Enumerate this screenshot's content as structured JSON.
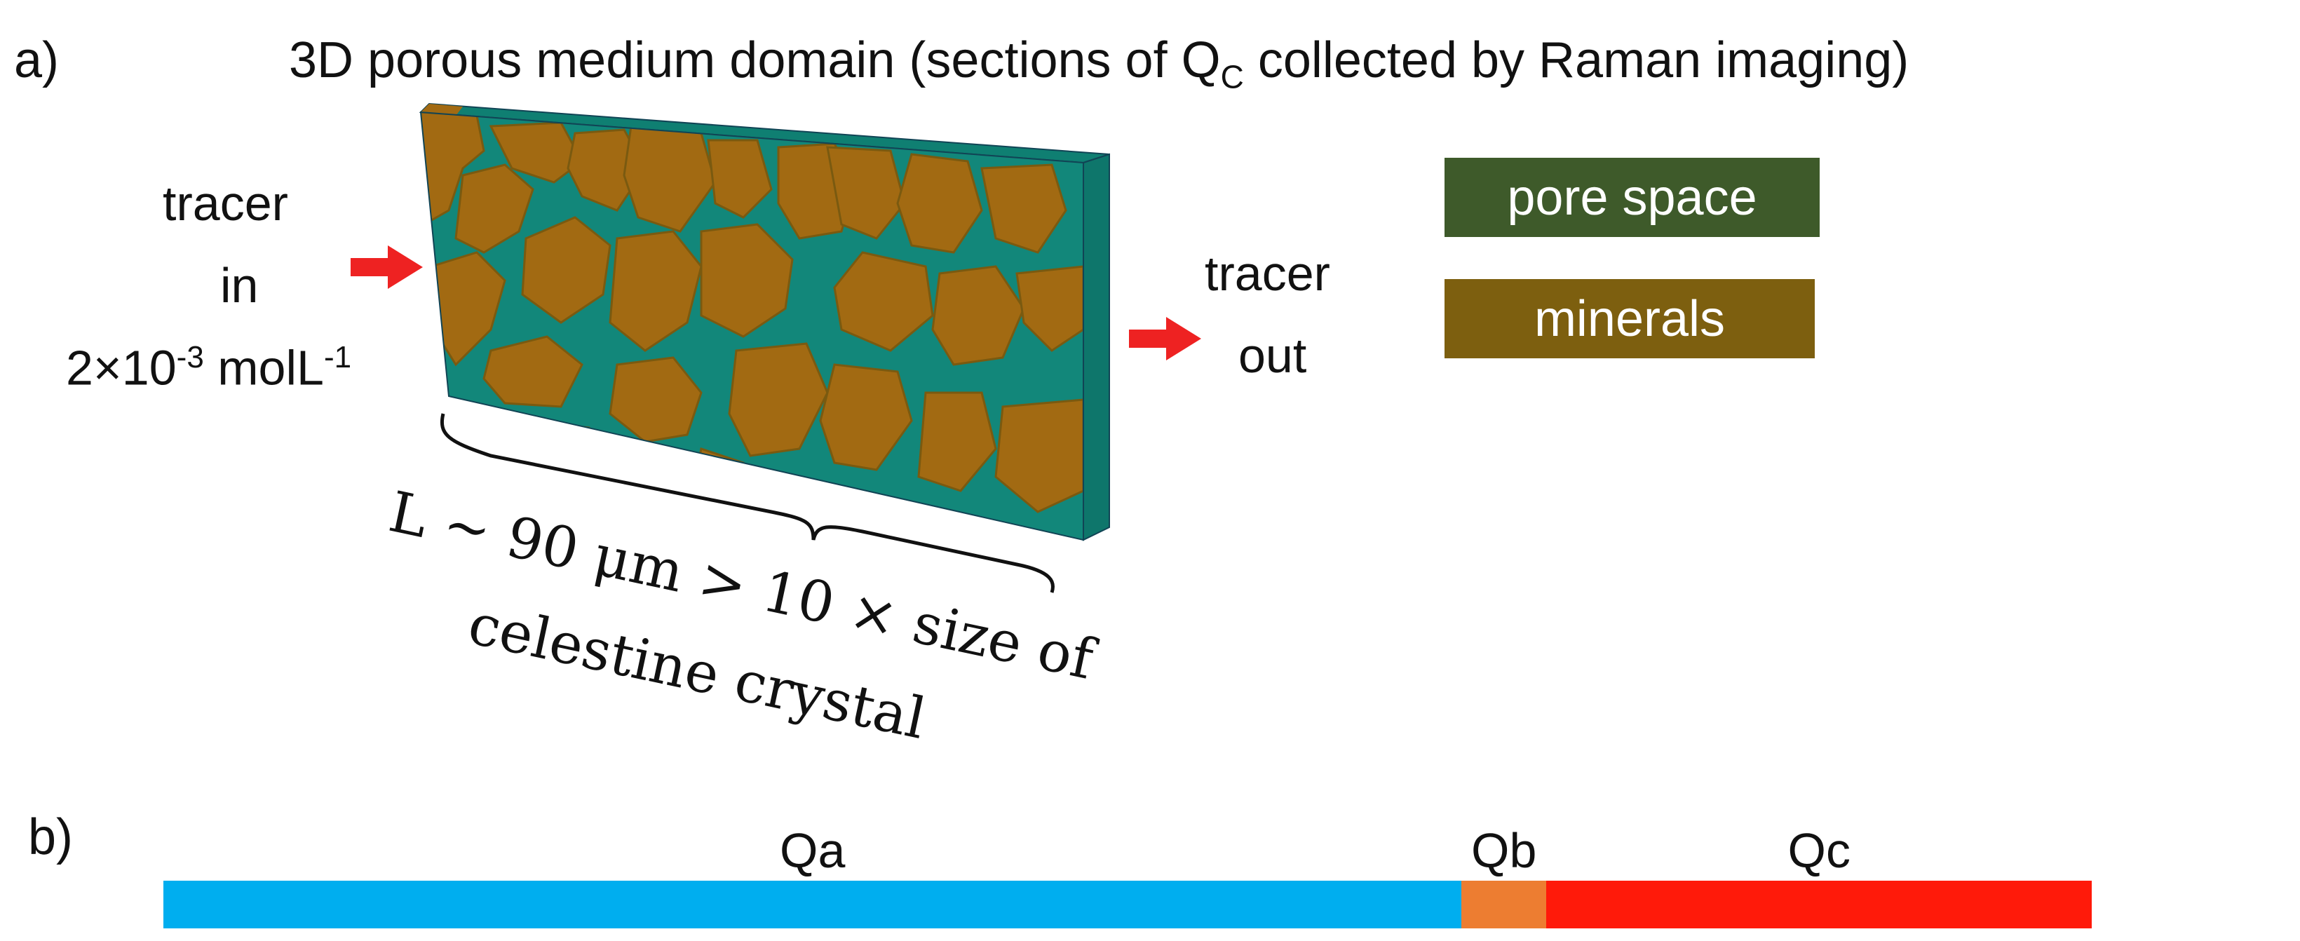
{
  "panel_a": {
    "label": "a)",
    "title_main": "3D porous medium domain (sections of Q",
    "title_sub": "C",
    "title_end": " collected by Raman imaging)",
    "tracer_in": {
      "line1": "tracer",
      "line2": "in",
      "conc_prefix": "2×10",
      "conc_exp1": "-3",
      "conc_mid": " molL",
      "conc_exp2": "-1"
    },
    "tracer_out": {
      "line1": "tracer",
      "line2": "out"
    },
    "length_annotation": {
      "line1": "L ~ 90 μm > 10 × size of",
      "line2": "celestine crystal"
    },
    "legend": [
      {
        "label": "pore space",
        "color": "#3e5a2a"
      },
      {
        "label": "minerals",
        "color": "#7d5f0f"
      }
    ],
    "colors": {
      "pore": "#12877a",
      "mineral": "#a26a12",
      "arrow": "#ee2222"
    }
  },
  "panel_b": {
    "label": "b)",
    "segments": [
      {
        "label": "Qa",
        "color": "#00aeef",
        "fraction": 0.673
      },
      {
        "label": "Qb",
        "color": "#ed7d31",
        "fraction": 0.044
      },
      {
        "label": "Qc",
        "color": "#ff1a0a",
        "fraction": 0.283
      }
    ]
  }
}
